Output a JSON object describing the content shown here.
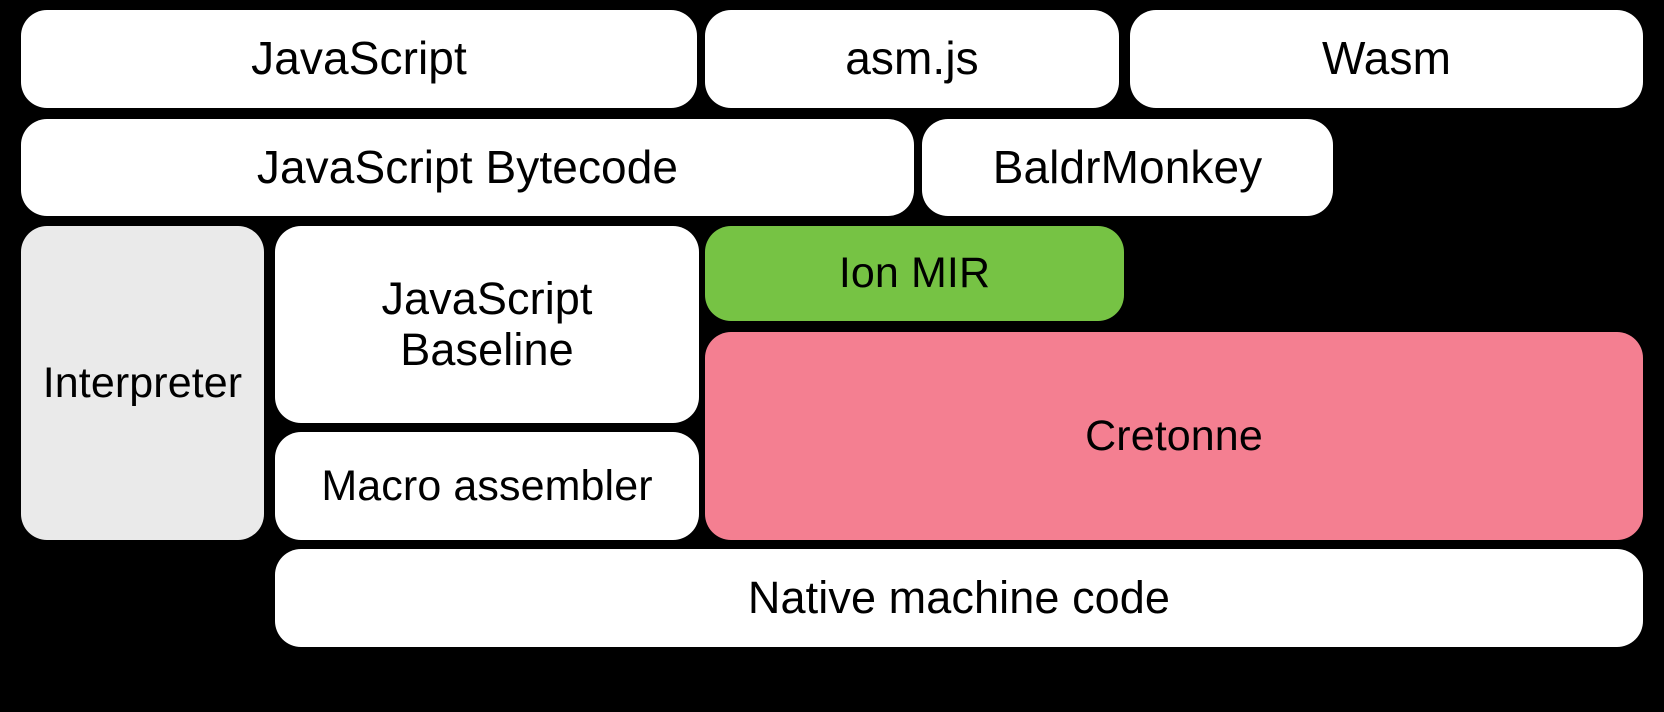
{
  "diagram": {
    "type": "layered-stack",
    "title": "SpiderMonkey compilation pipeline layers",
    "background_color": "#000000",
    "colors": {
      "white": "#ffffff",
      "gray": "#eaeaea",
      "green": "#76c344",
      "pink": "#f47f91",
      "text": "#000000"
    },
    "rows": [
      {
        "name": "source-languages"
      },
      {
        "name": "intermediate-bytecode"
      },
      {
        "name": "compilers-and-irs"
      },
      {
        "name": "output"
      }
    ],
    "nodes": [
      {
        "id": "javascript",
        "label": "JavaScript",
        "fill": "white",
        "row": 0
      },
      {
        "id": "asmjs",
        "label": "asm.js",
        "fill": "white",
        "row": 0
      },
      {
        "id": "wasm",
        "label": "Wasm",
        "fill": "white",
        "row": 0
      },
      {
        "id": "javascript-bytecode",
        "label": "JavaScript Bytecode",
        "fill": "white",
        "row": 1
      },
      {
        "id": "baldrmonkey",
        "label": "BaldrMonkey",
        "fill": "white",
        "row": 1
      },
      {
        "id": "interpreter",
        "label": "Interpreter",
        "fill": "gray",
        "row": 2
      },
      {
        "id": "javascript-baseline",
        "label": "JavaScript\nBaseline",
        "fill": "white",
        "row": 2
      },
      {
        "id": "ion-mir",
        "label": "Ion MIR",
        "fill": "green",
        "row": 2
      },
      {
        "id": "macro-assembler",
        "label": "Macro assembler",
        "fill": "white",
        "row": 2
      },
      {
        "id": "cretonne",
        "label": "Cretonne",
        "fill": "pink",
        "row": 2
      },
      {
        "id": "native-machine-code",
        "label": "Native machine code",
        "fill": "white",
        "row": 3
      }
    ]
  }
}
